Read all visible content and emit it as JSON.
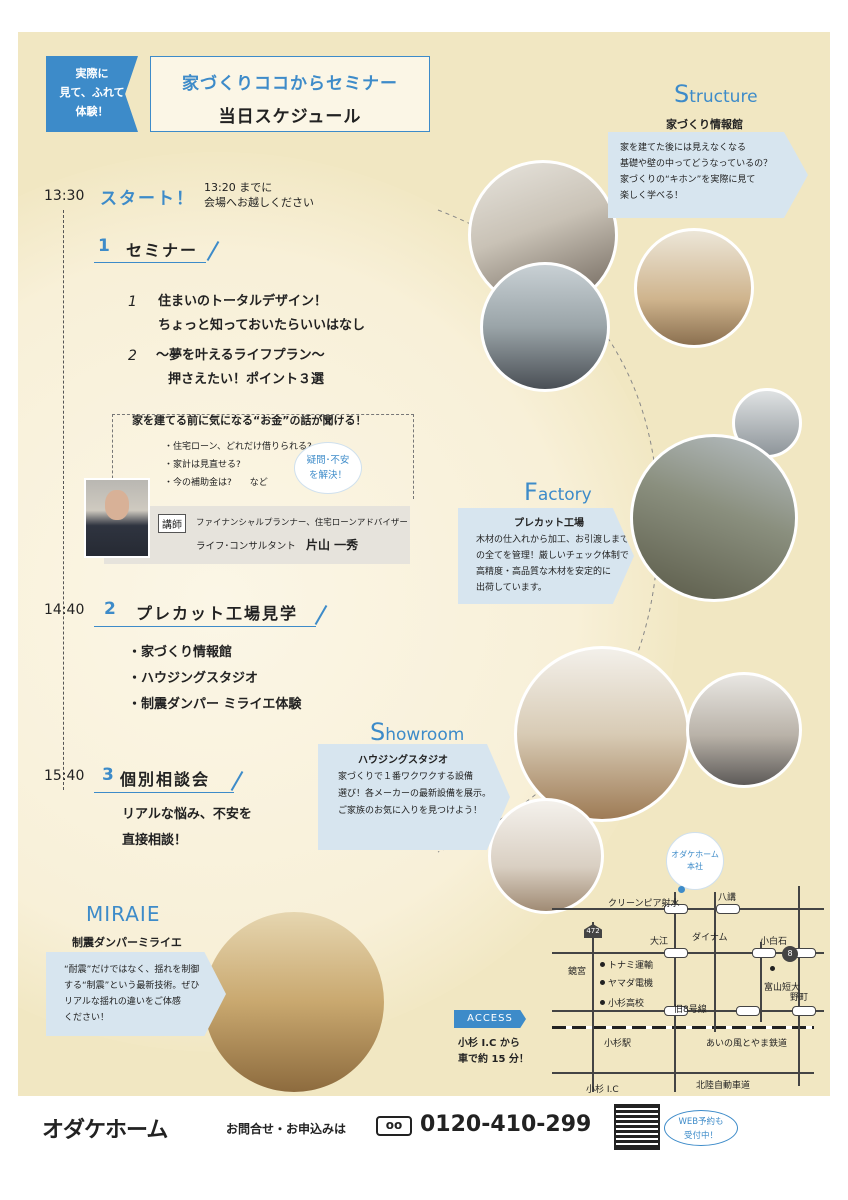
{
  "header": {
    "tag_line1": "実際に",
    "tag_line2": "見て、ふれて",
    "tag_line3": "体験！",
    "title_line1": "家づくりココからセミナー",
    "title_line2": "当日スケジュール"
  },
  "schedule": {
    "start_time": "13:30",
    "start_label": "スタート！",
    "start_note1": "13:20 までに",
    "start_note2": "会場へお越しください",
    "seminar_num": "1",
    "seminar_title": "セミナー",
    "topic1_num": "1",
    "topic1_line1": "住まいのトータルデザイン！",
    "topic1_line2": "ちょっと知っておいたらいいはなし",
    "topic2_num": "2",
    "topic2_line1": "～夢を叶えるライフプラン～",
    "topic2_line2": "押さえたい！ポイント３選",
    "money_heading": "家を建てる前に気になる“お金”の話が聞ける！",
    "money_item1": "・住宅ローン、どれだけ借りられる?",
    "money_item2": "・家計は見直せる?",
    "money_item3": "・今の補助金は?　　など",
    "money_badge1": "疑問･不安",
    "money_badge2": "を解決！",
    "lecturer_label": "講師",
    "lecturer_role": "ファイナンシャルプランナー、住宅ローンアドバイザー",
    "lecturer_title": "ライフ･コンサルタント",
    "lecturer_name": "片山 一秀",
    "tour_time": "14:40",
    "tour_num": "2",
    "tour_title": "プレカット工場見学",
    "tour_items": [
      "・家づくり情報館",
      "・ハウジングスタジオ",
      "・制震ダンパー ミライエ体験"
    ],
    "consult_time": "15:40",
    "consult_num": "3",
    "consult_title": "個別相談会",
    "consult_line1": "リアルな悩み、不安を",
    "consult_line2": "直接相談！"
  },
  "sections": {
    "structure_cap": "S",
    "structure_rest": "tructure",
    "structure_sub": "家づくり情報館",
    "structure_body": [
      "家を建てた後には見えなくなる",
      "基礎や壁の中ってどうなっているの？",
      "家づくりの“キホン”を実際に見て",
      "楽しく学べる！"
    ],
    "factory_cap": "F",
    "factory_rest": "actory",
    "factory_sub": "プレカット工場",
    "factory_body": [
      "木材の仕入れから加工、お引渡しまで",
      "の全てを管理！厳しいチェック体制で",
      "高精度・高品質な木材を安定的に",
      "出荷しています。"
    ],
    "showroom_cap": "S",
    "showroom_rest": "howroom",
    "showroom_sub": "ハウジングスタジオ",
    "showroom_body": [
      "家づくりで１番ワクワクする設備",
      "選び！各メーカーの最新設備を展示。",
      "ご家族のお気に入りを見つけよう！"
    ],
    "miraie_title": "MIRAIE",
    "miraie_sub": "制震ダンパーミライエ",
    "miraie_body": [
      "“耐震”だけではなく、揺れを制御",
      "する“制震”という最新技術。ぜひ",
      "リアルな揺れの違いをご体感",
      "ください！"
    ]
  },
  "map": {
    "access": "ACCESS",
    "access_note1": "小杉 I.C から",
    "access_note2": "車で約 15 分！",
    "hq_line1": "オダケホーム",
    "hq_line2": "本社",
    "labels": {
      "clean": "クリーンピア射水",
      "hakko": "八講",
      "oe": "大江",
      "dynam": "ダイナム",
      "koshiishi": "小白石",
      "kagamimiya": "鏡宮",
      "tonami": "トナミ運輸",
      "yamada": "ヤマダ電機",
      "kosugi_hs": "小杉高校",
      "toyama_jc": "富山短大",
      "route8": "旧8号線",
      "nomachi": "野町",
      "kosugi_st": "小杉駅",
      "ainokaze": "あいの風とやま鉄道",
      "hokuriku": "北陸自動車道",
      "kosugi_ic": "小杉 I.C",
      "r472": "472",
      "r8": "8"
    }
  },
  "footer": {
    "logo": "オダケホーム",
    "contact_label": "お問合せ・お申込みは",
    "freedial_mark": "oo",
    "phone": "0120-410-299",
    "web_line1": "WEB予約も",
    "web_line2": "受付中！"
  },
  "colors": {
    "accent": "#3d8bc9",
    "cream": "#f1e7c2",
    "bubble": "#d7e5ef"
  }
}
